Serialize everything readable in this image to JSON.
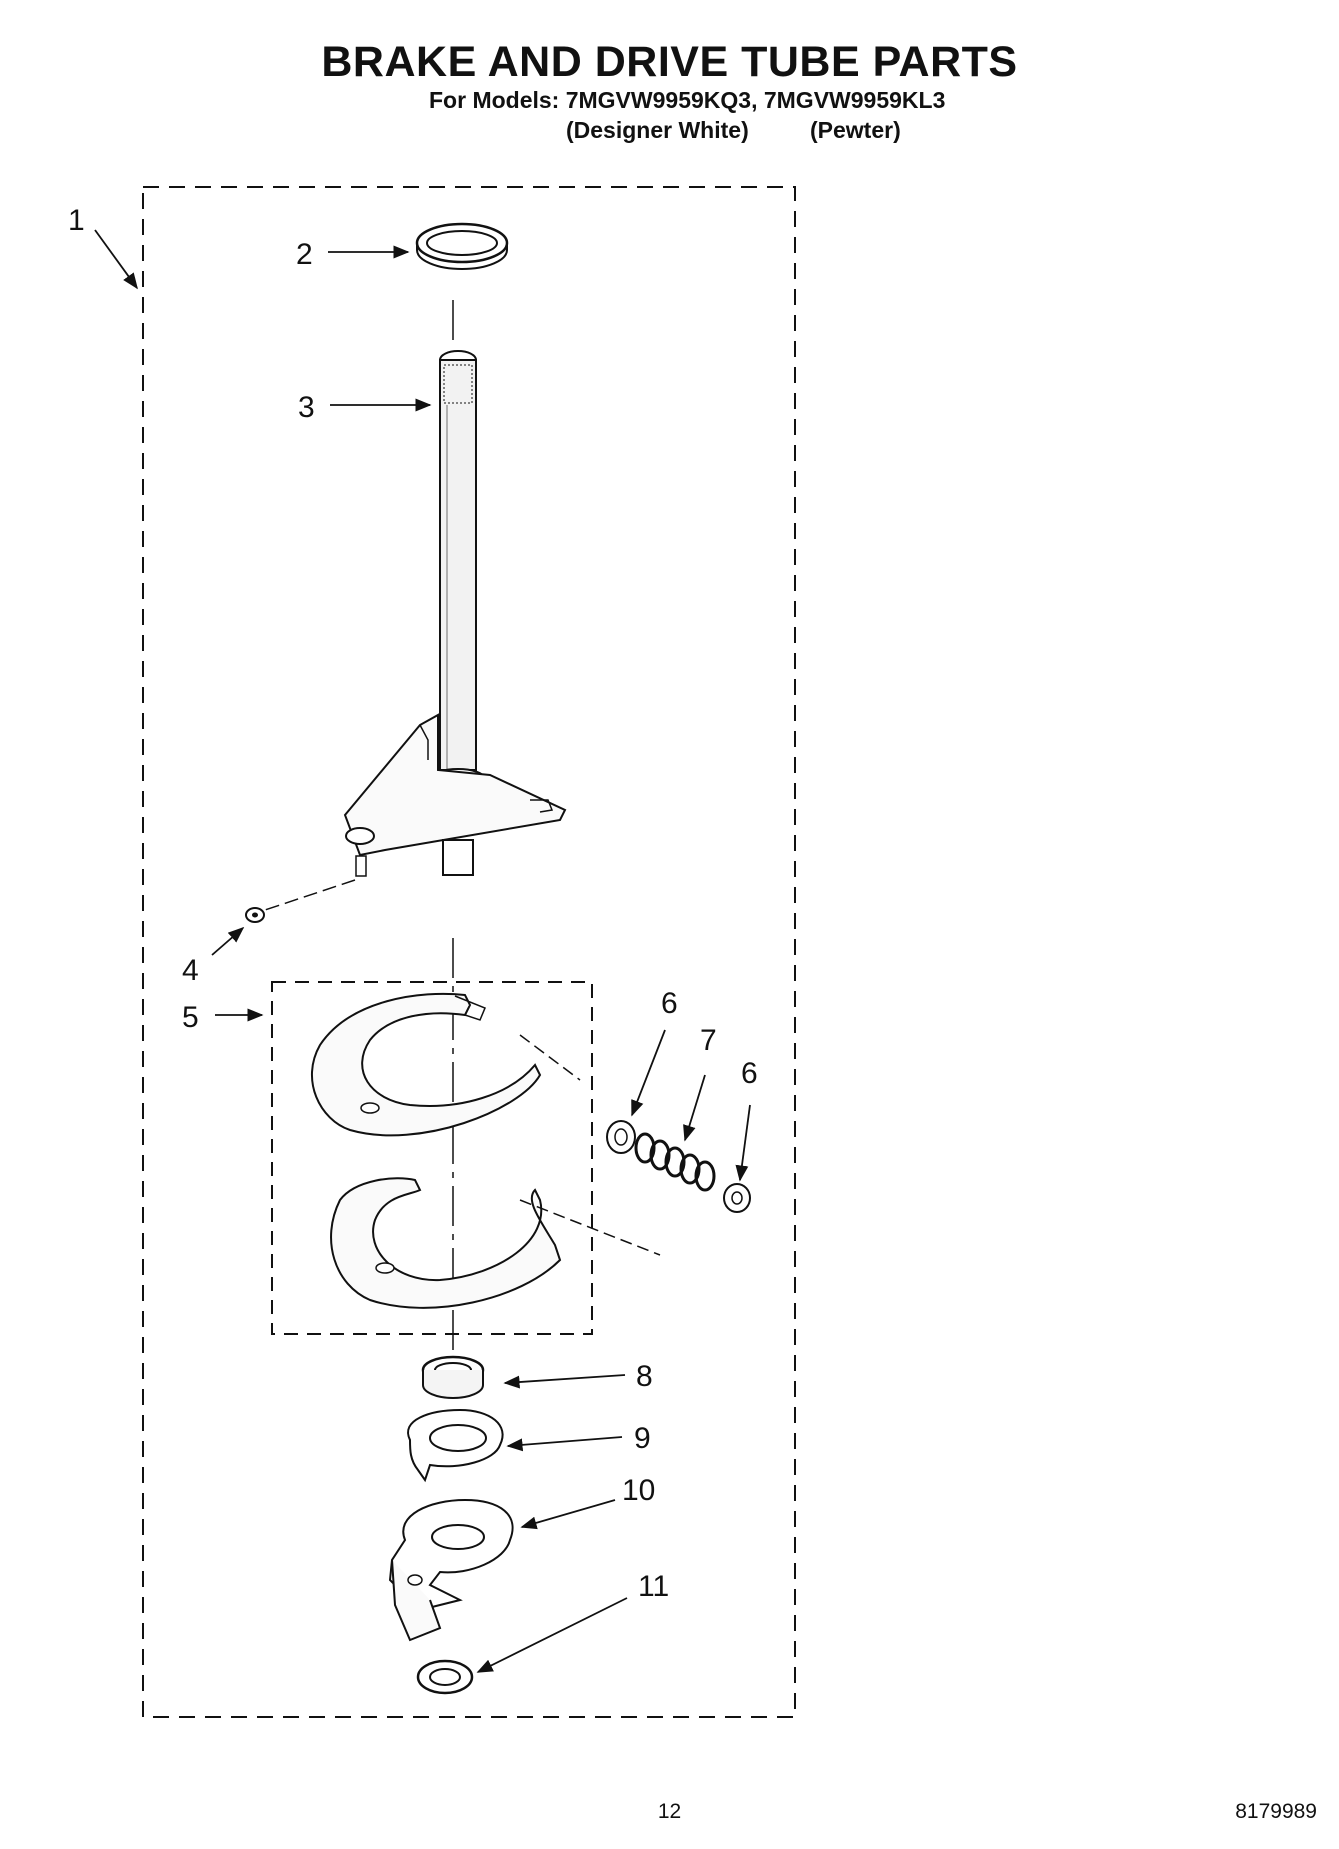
{
  "header": {
    "title": "BRAKE AND DRIVE TUBE PARTS",
    "models_line": "For Models: 7MGVW9959KQ3, 7MGVW9959KL3",
    "variant_1": "(Designer White)",
    "variant_2": "(Pewter)"
  },
  "callouts": [
    "1",
    "2",
    "3",
    "4",
    "5",
    "6",
    "7",
    "6",
    "8",
    "9",
    "10",
    "11"
  ],
  "footer": {
    "page_number": "12",
    "doc_code": "8179989"
  }
}
